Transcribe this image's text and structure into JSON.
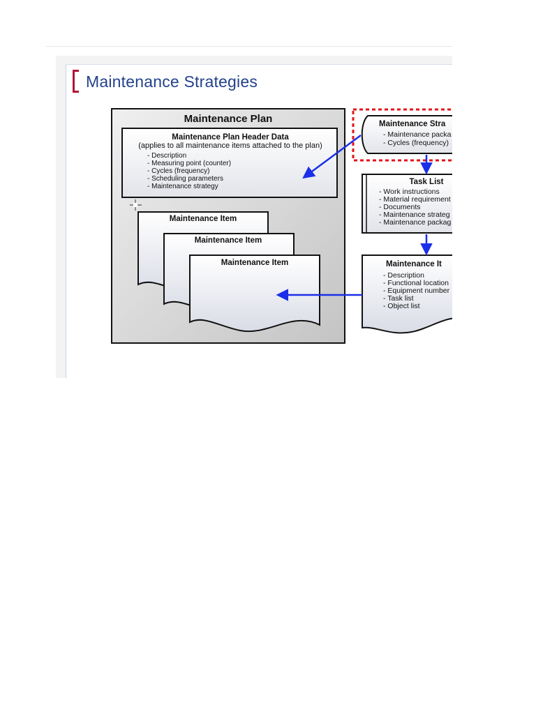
{
  "slide": {
    "title": "Maintenance Strategies"
  },
  "diagram": {
    "plan": {
      "title": "Maintenance Plan",
      "header": {
        "title": "Maintenance Plan Header Data",
        "subtitle": "(applies to all maintenance items attached to the plan)",
        "bullets": [
          "- Description",
          "- Measuring point (counter)",
          "- Cycles (frequency)",
          "- Scheduling parameters",
          "- Maintenance strategy"
        ]
      },
      "items": [
        "Maintenance Item",
        "Maintenance Item",
        "Maintenance Item"
      ]
    },
    "strategy": {
      "title": "Maintenance Stra",
      "bullets": [
        "- Maintenance packa",
        "- Cycles (frequency)"
      ]
    },
    "task_list": {
      "title": "Task List",
      "bullets": [
        "- Work instructions",
        "- Material requirement",
        "- Documents",
        "- Maintenance strateg",
        "- Maintenance packag"
      ]
    },
    "item_detail": {
      "title": "Maintenance It",
      "bullets": [
        "- Description",
        "- Functional location",
        "- Equipment number",
        "- Task list",
        "- Object list"
      ]
    },
    "colors": {
      "arrow": "#1b2fe8",
      "highlight": "#e3141b",
      "title_text": "#23428c",
      "bracket": "#b1153a"
    }
  }
}
